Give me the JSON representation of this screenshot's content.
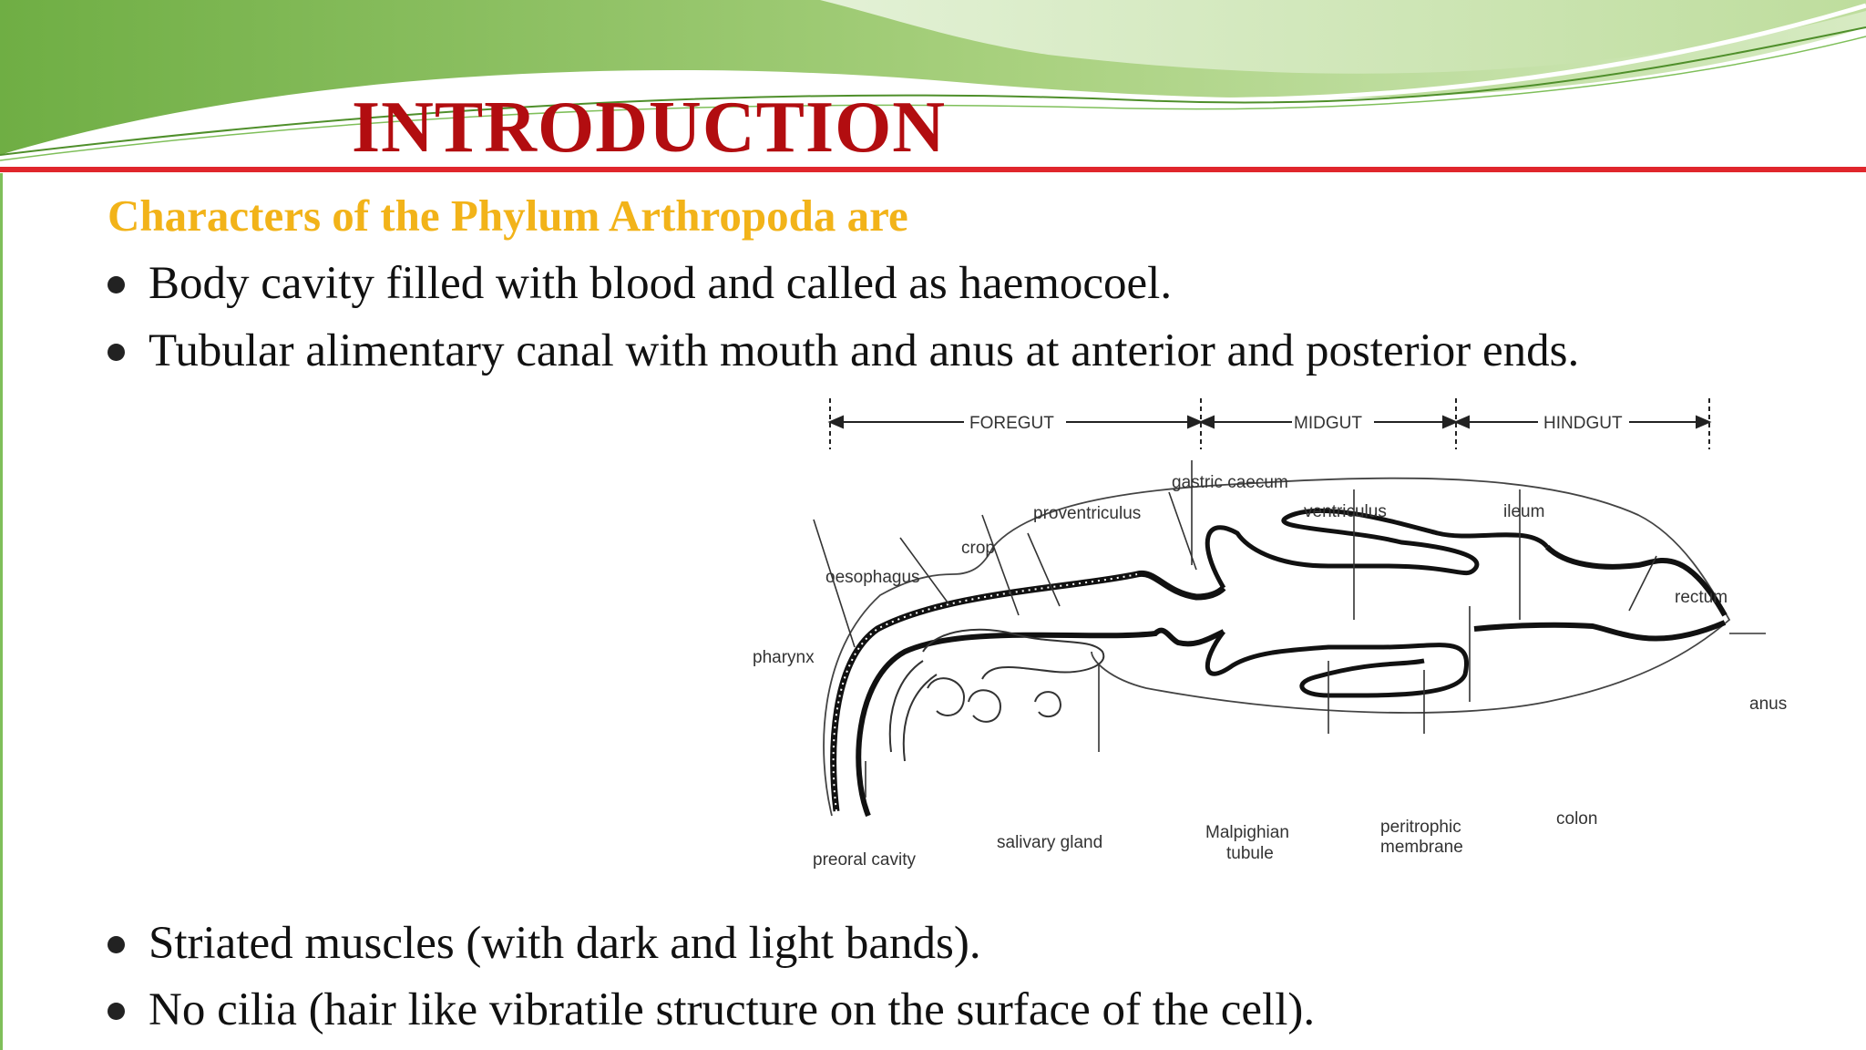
{
  "slide": {
    "title": "INTRODUCTION",
    "subtitle": "Characters of the Phylum Arthropoda are",
    "bullets": [
      "Body cavity filled with blood and called as haemocoel.",
      "Tubular alimentary canal with mouth and anus at anterior and posterior ends.",
      "Striated muscles (with dark and light bands).",
      "No cilia (hair like vibratile structure on the surface of the cell)."
    ]
  },
  "colors": {
    "title": "#b20d10",
    "subtitle": "#f2b319",
    "rule": "#e0262c",
    "banner_dark": "#6fae44",
    "banner_light": "#c9e3b0"
  },
  "diagram": {
    "regions": {
      "foregut": "FOREGUT",
      "midgut": "MIDGUT",
      "hindgut": "HINDGUT"
    },
    "labels": {
      "gastric_caecum": "gastric caecum",
      "proventriculus": "proventriculus",
      "ventriculus": "ventriculus",
      "ileum": "ileum",
      "crop": "crop",
      "oesophagus": "oesophagus",
      "rectum": "rectum",
      "pharynx": "pharynx",
      "anus": "anus",
      "colon": "colon",
      "malpighian_1": "Malpighian",
      "malpighian_2": "tubule",
      "peritrophic_1": "peritrophic",
      "peritrophic_2": "membrane",
      "salivary_gland": "salivary gland",
      "preoral_cavity": "preoral cavity"
    }
  }
}
